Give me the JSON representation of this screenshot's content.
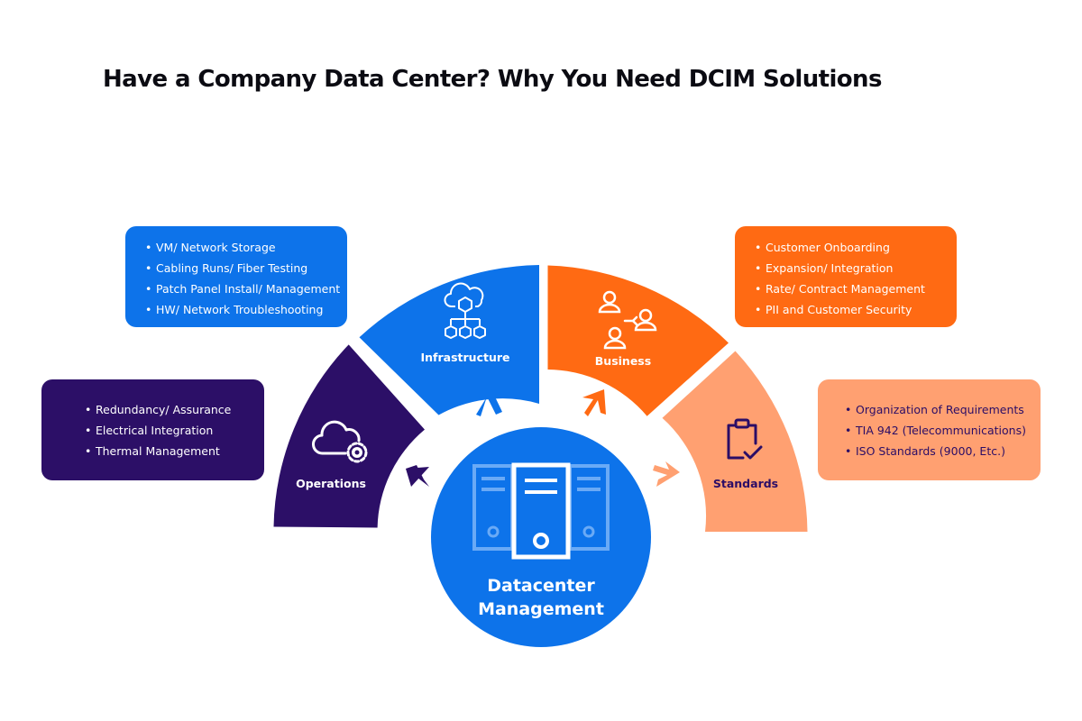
{
  "title": "Have a Company Data Center? Why You Need DCIM Solutions",
  "colors": {
    "infrastructure": "#0d73ea",
    "business": "#ff6a13",
    "operations": "#2c0f67",
    "standards": "#ffa071",
    "center": "#0d73ea"
  },
  "center": {
    "line1": "Datacenter",
    "line2": "Management",
    "icon": "server-rack-icon"
  },
  "segments": [
    {
      "key": "operations",
      "label": "Operations",
      "icon": "cloud-gear-icon",
      "items": [
        "Redundancy/ Assurance",
        "Electrical Integration",
        "Thermal Management"
      ]
    },
    {
      "key": "infrastructure",
      "label": "Infrastructure",
      "icon": "cloud-network-icon",
      "items": [
        "VM/ Network Storage",
        "Cabling Runs/ Fiber Testing",
        "Patch Panel Install/ Management",
        "HW/ Network Troubleshooting"
      ]
    },
    {
      "key": "business",
      "label": "Business",
      "icon": "people-connection-icon",
      "items": [
        "Customer Onboarding",
        "Expansion/ Integration",
        "Rate/ Contract Management",
        "PII and Customer Security"
      ]
    },
    {
      "key": "standards",
      "label": "Standards",
      "icon": "clipboard-check-icon",
      "items": [
        "Organization of Requirements",
        "TIA 942 (Telecommunications)",
        "ISO Standards (9000, Etc.)"
      ]
    }
  ]
}
